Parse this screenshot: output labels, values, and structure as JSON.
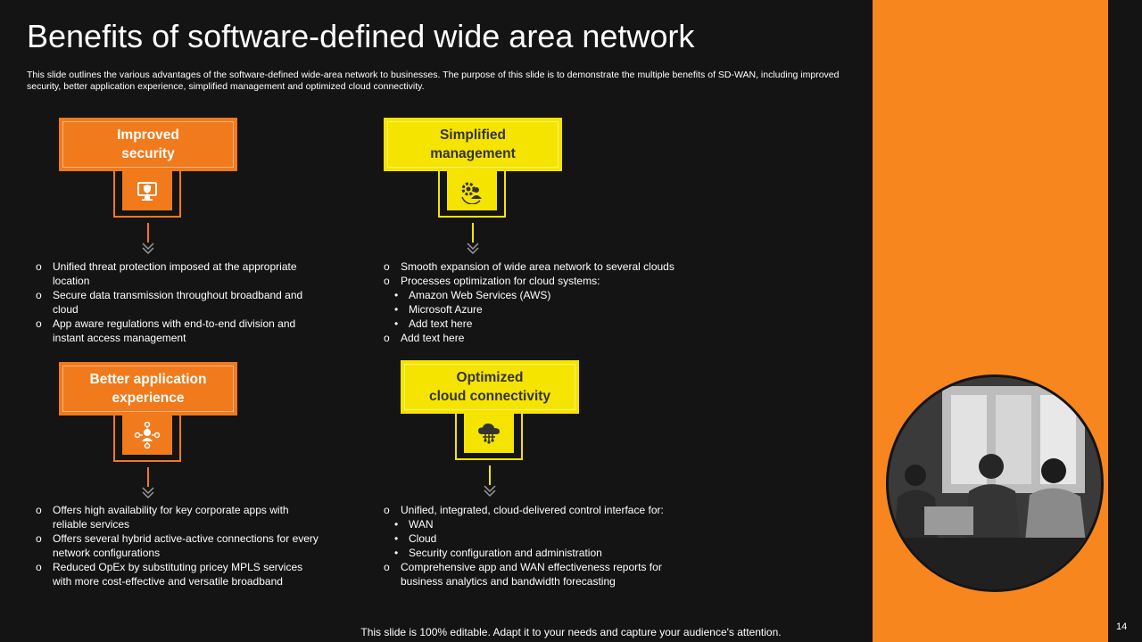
{
  "title": "Benefits of software-defined wide area network",
  "subtitle": "This slide outlines the various advantages of the software-defined wide-area network to businesses. The purpose of this slide is to demonstrate the multiple benefits of SD-WAN, including improved security, better application experience, simplified management and optimized cloud connectivity.",
  "cards": [
    {
      "title_line1": "Improved",
      "title_line2": "security",
      "icon": "security-monitor-icon",
      "bullets": [
        {
          "text": "Unified threat protection imposed at the appropriate location"
        },
        {
          "text": "Secure data transmission throughout broadband and cloud"
        },
        {
          "text": "App aware regulations with end-to-end division and instant access management"
        }
      ]
    },
    {
      "title_line1": "Simplified",
      "title_line2": "management",
      "icon": "gear-user-icon",
      "bullets": [
        {
          "text": "Smooth expansion of wide area network to several clouds"
        },
        {
          "text": "Processes optimization for cloud systems:"
        },
        {
          "text": "Amazon Web Services (AWS)",
          "sub": true
        },
        {
          "text": "Microsoft Azure",
          "sub": true
        },
        {
          "text": "Add text here",
          "sub": true
        },
        {
          "text": "Add text here"
        }
      ]
    },
    {
      "title_line1": "Better application",
      "title_line2": "experience",
      "icon": "user-network-icon",
      "bullets": [
        {
          "text": "Offers high availability for key corporate apps with reliable services"
        },
        {
          "text": "Offers several hybrid active-active connections for every network configurations"
        },
        {
          "text": "Reduced OpEx by substituting pricey MPLS services with more cost-effective and versatile broadband"
        }
      ]
    },
    {
      "title_line1": "Optimized",
      "title_line2": "cloud connectivity",
      "icon": "cloud-network-icon",
      "bullets": [
        {
          "text": "Unified, integrated, cloud-delivered control interface for:"
        },
        {
          "text": "WAN",
          "sub": true
        },
        {
          "text": "Cloud",
          "sub": true
        },
        {
          "text": "Security configuration and administration",
          "sub": true
        },
        {
          "text": "Comprehensive app and WAN effectiveness reports for business analytics and bandwidth forecasting"
        }
      ]
    }
  ],
  "footer": "This slide is 100% editable. Adapt it to your needs and capture your audience's attention.",
  "page_number": "14",
  "colors": {
    "orange": "#f07a1c",
    "yellow": "#f5e400",
    "accent_bar": "#f7861f",
    "background": "#151414"
  }
}
